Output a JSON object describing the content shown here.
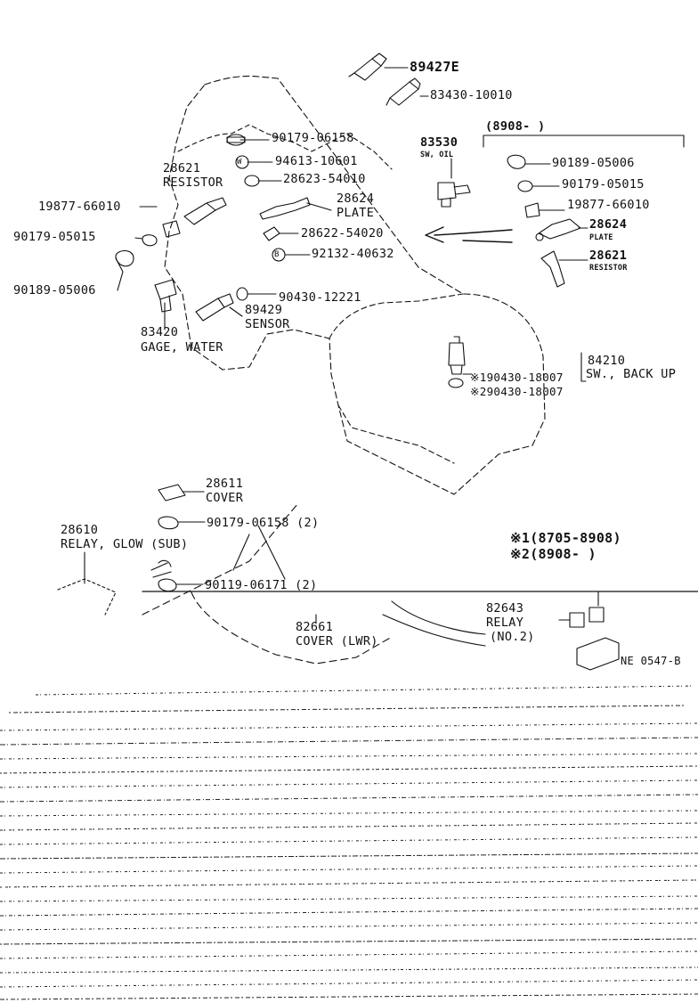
{
  "colors": {
    "ink": "#111111",
    "paper": "#ffffff"
  },
  "parts": {
    "p89427e": "89427E",
    "p83430": "83430-10010",
    "p90179_06158": "90179-06158",
    "p94613": "94613-10601",
    "p28623": "28623-54010",
    "p28624_num": "28624",
    "p28624_name": "PLATE",
    "p28622": "28622-54020",
    "p92132": "92132-40632",
    "p90430_12221": "90430-12221",
    "p89429_num": "89429",
    "p89429_name": "SENSOR",
    "p28621_num": "28621",
    "p28621_name": "RESISTOR",
    "p19877": "19877-66010",
    "p90179_05015": "90179-05015",
    "p90189": "90189-05006",
    "p83420_num": "83420",
    "p83420_name": "GAGE, WATER",
    "p83530_num": "83530",
    "p83530_name": "SW, OIL",
    "bracket_label": "(8908-        )",
    "r90189": "90189-05006",
    "r90179": "90179-05015",
    "r19877": "19877-66010",
    "r28624_num": "28624",
    "r28624_name": "PLATE",
    "r28621_num": "28621",
    "r28621_name": "RESISTOR",
    "p84210_num": "84210",
    "p84210_name": "SW., BACK UP",
    "p90430_18007_1": "※190430-18007",
    "p90430_18007_2": "※290430-18007",
    "p28611_num": "28611",
    "p28611_name": "COVER",
    "p90179_06158_2": "90179-06158 (2)",
    "p28610_num": "28610",
    "p28610_name": "RELAY, GLOW (SUB)",
    "p90119": "90119-06171 (2)",
    "p82661_num": "82661",
    "p82661_name": "COVER (LWR)",
    "p82643_num": "82643",
    "p82643_name": "RELAY",
    "p82643_sub": "(NO.2)",
    "note1": "※1(8705-8908)",
    "note2": "※2(8908-       )",
    "circle_w": "W",
    "circle_b": "B",
    "figure_code": "NE 0547-B"
  }
}
